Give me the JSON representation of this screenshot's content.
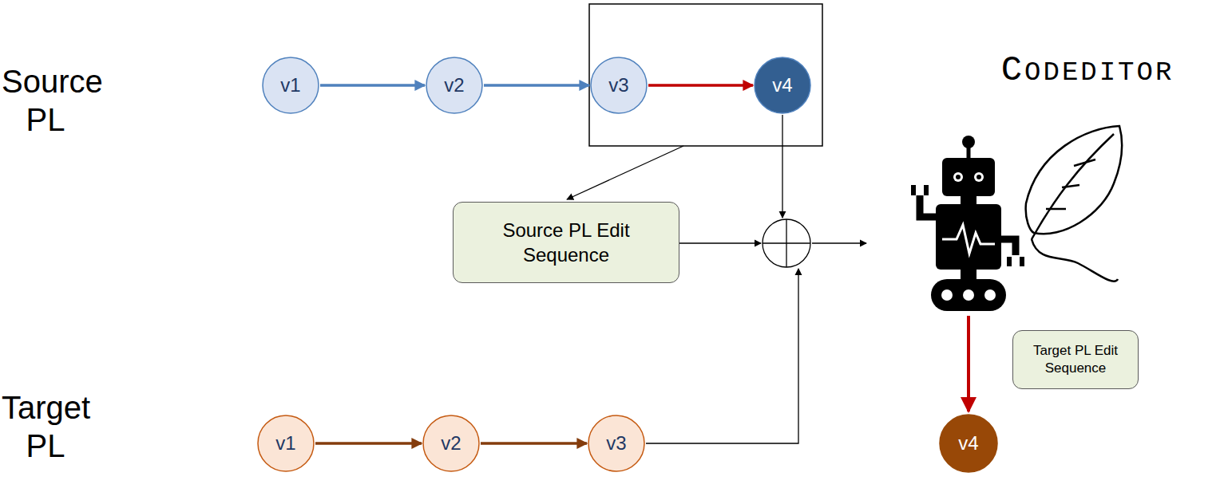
{
  "diagram": {
    "nodes": [
      {
        "text": [
          "v1"
        ]
      },
      {
        "text": [
          "v2"
        ]
      },
      {
        "text": [
          "v3"
        ]
      },
      {
        "text": [
          "v4"
        ]
      },
      {
        "text": [
          "Source PL Edit Sequence"
        ]
      },
      {
        "text": [
          "Target PL Edit Sequence"
        ]
      },
      {
        "text": [
          "v1"
        ]
      },
      {
        "text": [
          "v2"
        ]
      },
      {
        "text": [
          "v3"
        ]
      },
      {
        "text": [
          "v4"
        ]
      }
    ],
    "edges": [
      {
        "from": 0,
        "to": 1,
        "arrow": "to"
      },
      {
        "from": 1,
        "to": 2,
        "arrow": "to"
      },
      {
        "from": 2,
        "to": 3,
        "arrow": "to"
      },
      {
        "from": 6,
        "to": 7,
        "arrow": "to"
      },
      {
        "from": 7,
        "to": 8,
        "arrow": "to"
      }
    ],
    "labels": [
      "Source PL",
      "CODEDITOR",
      "Target PL"
    ]
  }
}
